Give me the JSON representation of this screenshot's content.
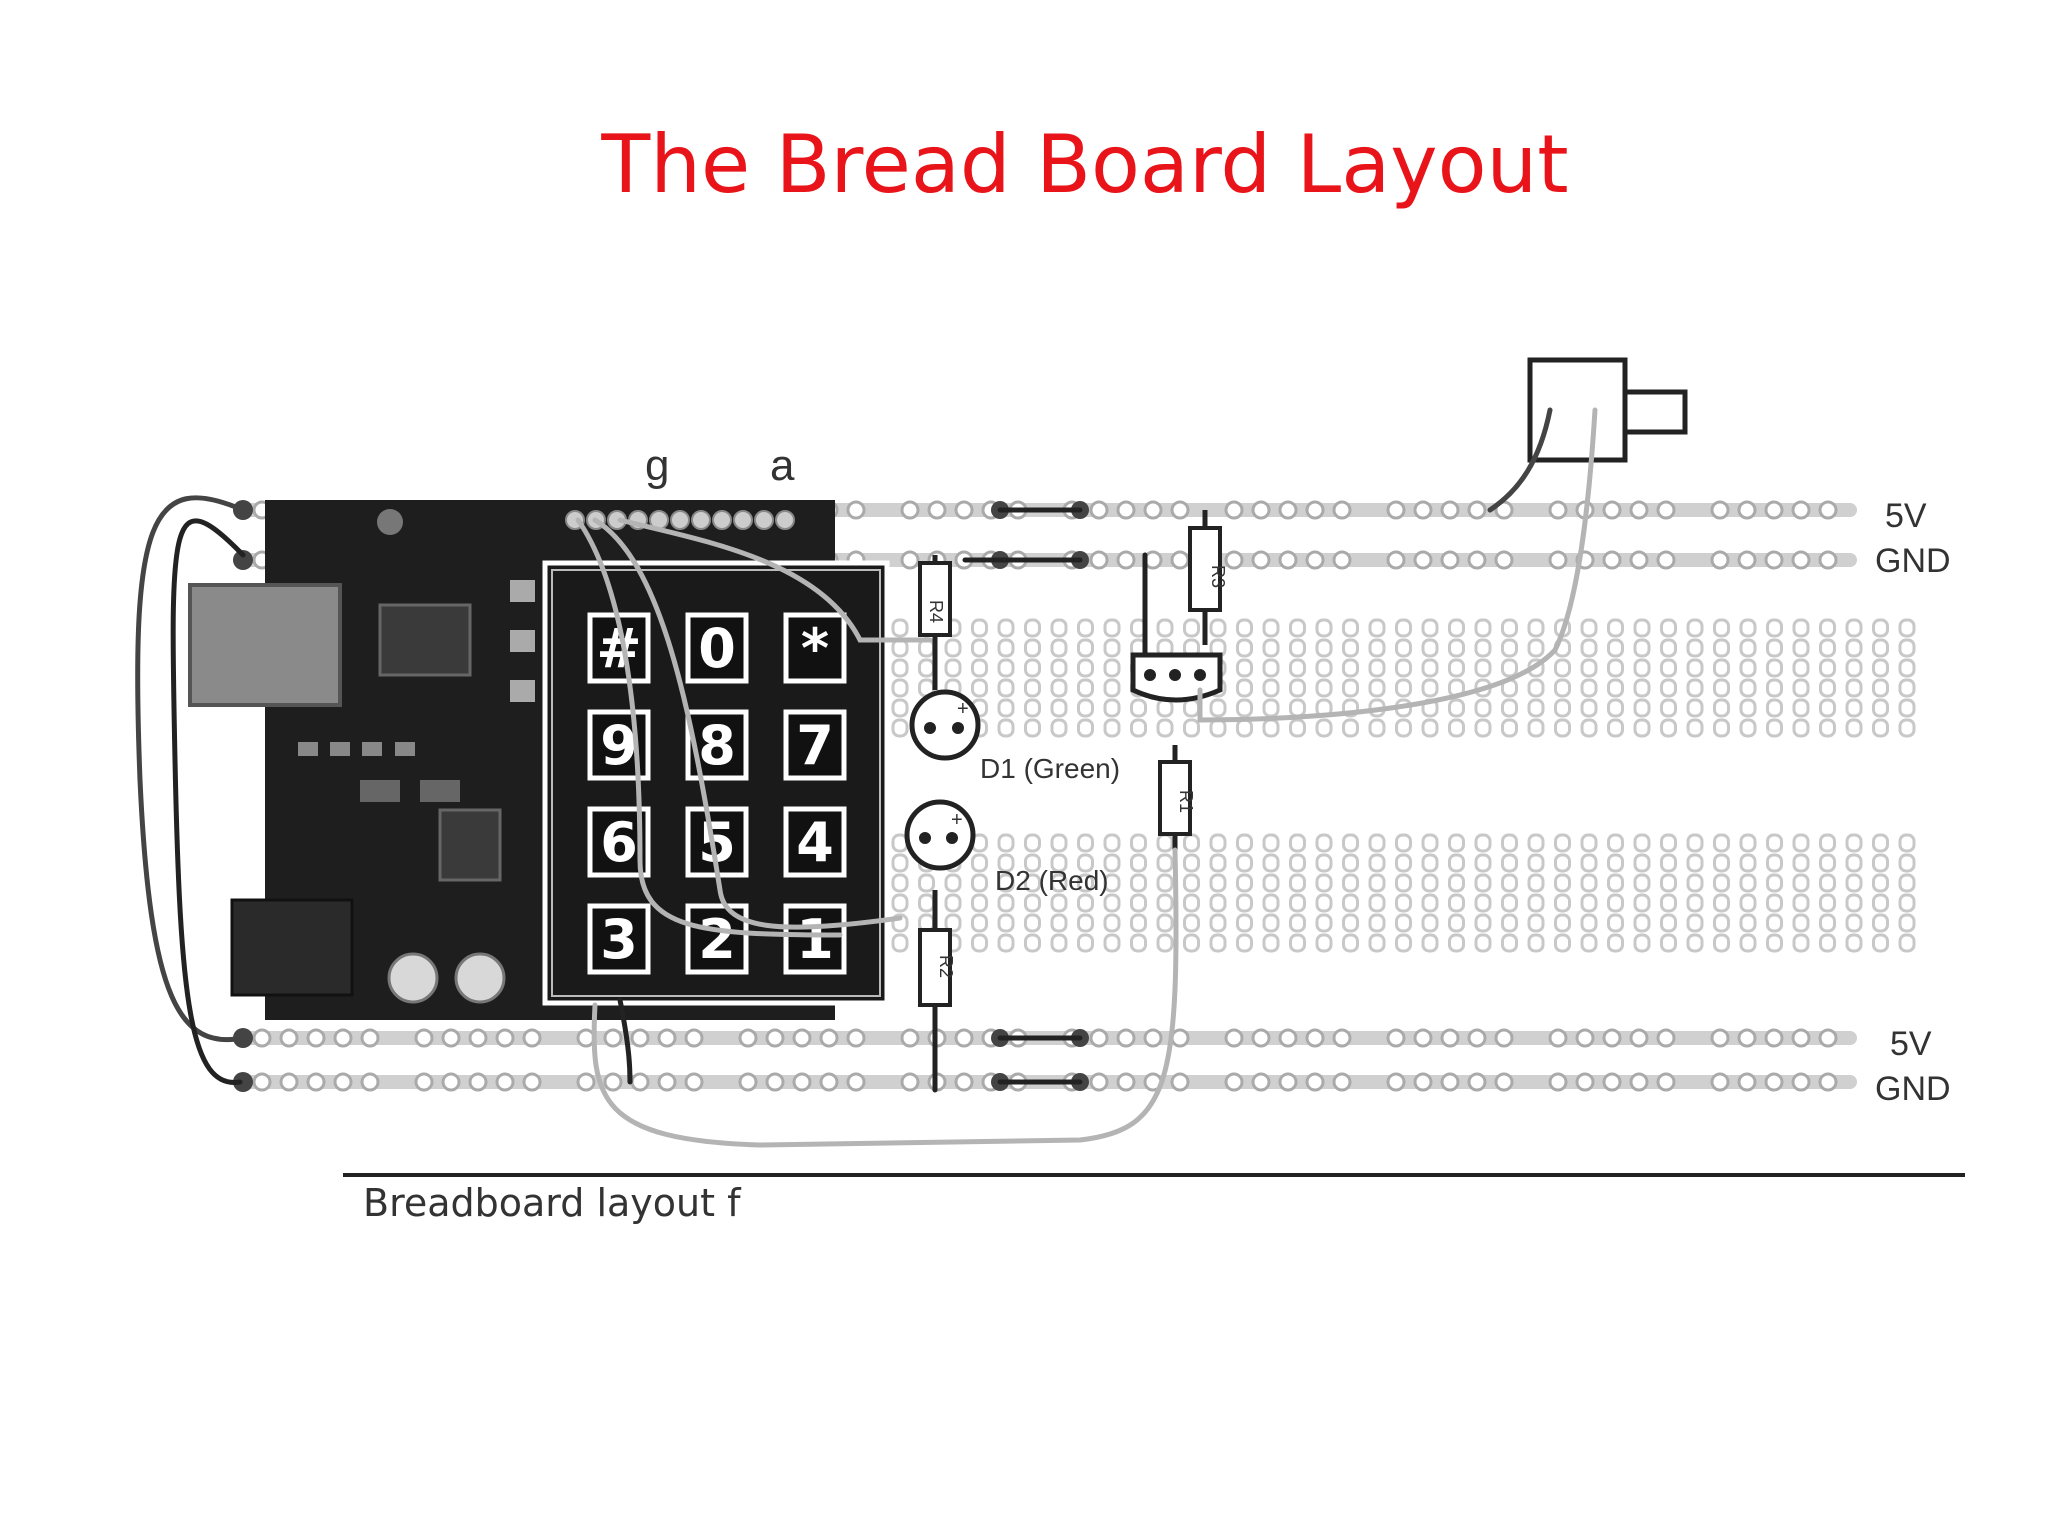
{
  "slide": {
    "title": "The Bread Board Layout",
    "caption": "Breadboard layout f"
  },
  "diagram": {
    "header_labels": [
      "g",
      "a"
    ],
    "rail_labels_top": [
      "5V",
      "GND"
    ],
    "rail_labels_bottom": [
      "5V",
      "GND"
    ],
    "keypad_keys": [
      [
        "#",
        "0",
        "*"
      ],
      [
        "9",
        "8",
        "7"
      ],
      [
        "6",
        "5",
        "4"
      ],
      [
        "3",
        "2",
        "1"
      ]
    ],
    "components": {
      "d1": "D1 (Green)",
      "d2": "D2 (Red)",
      "r1": "R1",
      "r2": "R2",
      "r3": "R3",
      "r4": "R4"
    }
  },
  "colors": {
    "title": "#e8141a",
    "board": "#1e1e1e",
    "wire_light": "#b4b4b4",
    "wire_dark": "#222222"
  }
}
